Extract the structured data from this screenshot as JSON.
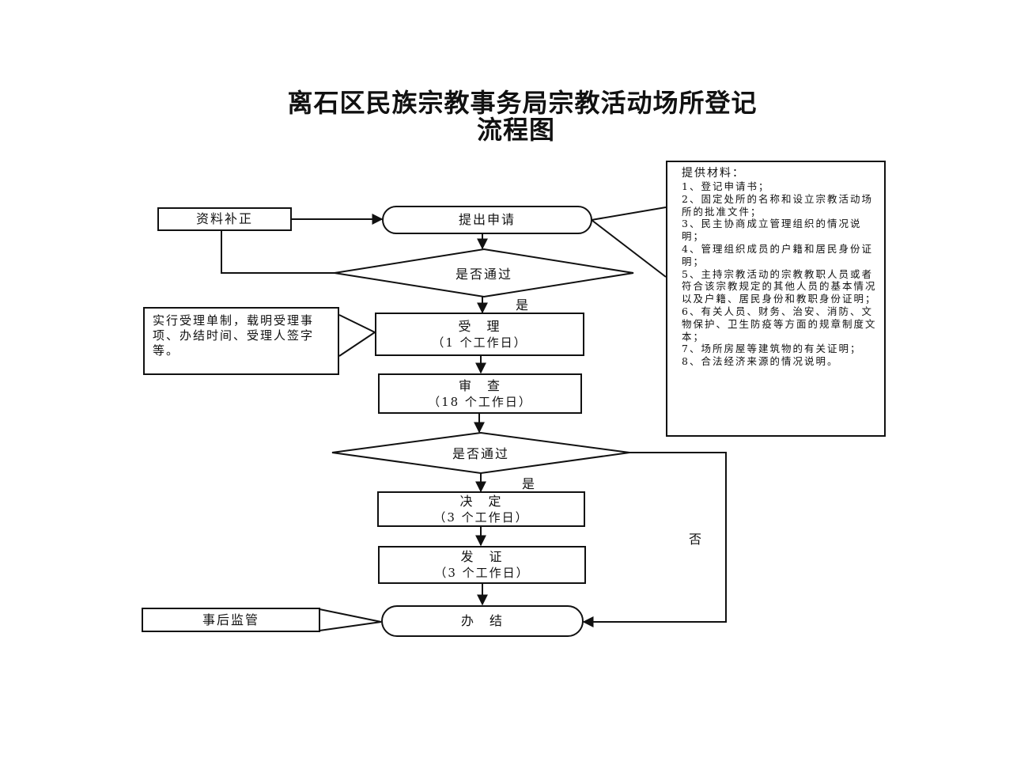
{
  "title": {
    "line1": "离石区民族宗教事务局宗教活动场所登记",
    "line2": "流程图"
  },
  "nodes": {
    "supplement": "资料补正",
    "apply": "提出申请",
    "check1": "是否通过",
    "accept": {
      "main": "受　理",
      "sub": "（1 个工作日）"
    },
    "review": {
      "main": "审　查",
      "sub": "（18 个工作日）"
    },
    "check2": "是否通过",
    "decide": {
      "main": "决　定",
      "sub": "（3 个工作日）"
    },
    "issue": {
      "main": "发　证",
      "sub": "（3 个工作日）"
    },
    "complete": "办　结",
    "supervise": "事后监管"
  },
  "labels": {
    "yes1": "是",
    "yes2": "是",
    "no": "否"
  },
  "note_left": "实行受理单制，载明受理事项、办结时间、受理人签字等。",
  "materials": {
    "heading": "提供材料：",
    "items": [
      "1、登记申请书；",
      "2、固定处所的名称和设立宗教活动场所的批准文件；",
      "3、民主协商成立管理组织的情况说明；",
      "4、管理组织成员的户籍和居民身份证明；",
      "5、主持宗教活动的宗教教职人员或者符合该宗教规定的其他人员的基本情况以及户籍、居民身份和教职身份证明；",
      "6、有关人员、财务、治安、消防、文物保护、卫生防疫等方面的规章制度文本；",
      "7、场所房屋等建筑物的有关证明；",
      "8、合法经济来源的情况说明。"
    ]
  },
  "colors": {
    "line": "#111111",
    "background": "#ffffff"
  }
}
